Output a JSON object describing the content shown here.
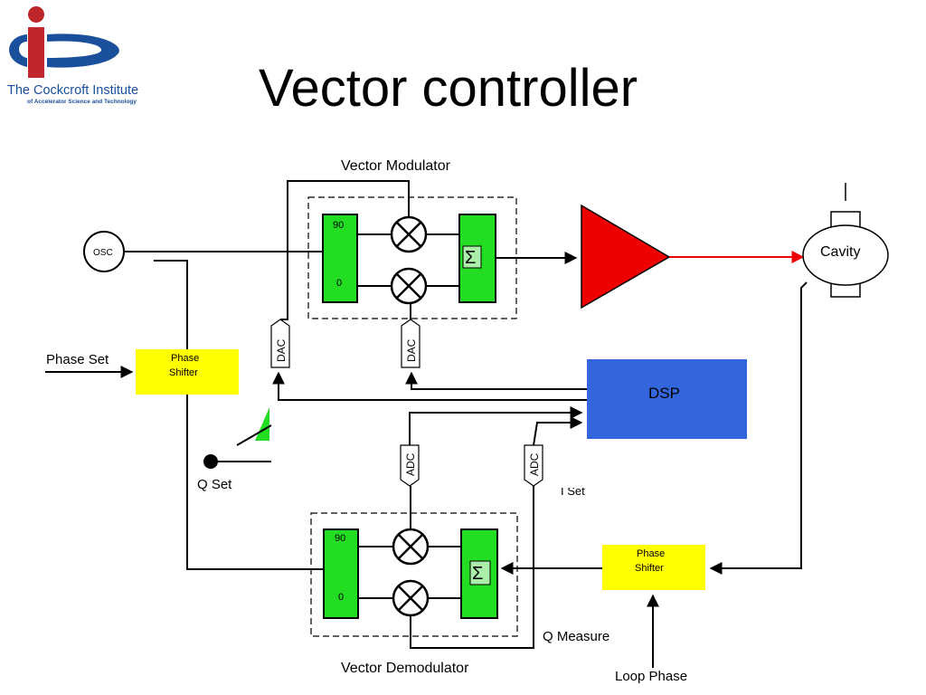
{
  "title": "Vector controller",
  "logo": {
    "name": "The Cockcroft Institute",
    "subtitle": "of Accelerator Science and Technology",
    "colors": {
      "blue": "#1a4f9c",
      "red": "#c0272d"
    }
  },
  "diagram": {
    "vector_modulator_label": "Vector Modulator",
    "vector_demodulator_label": "Vector Demodulator",
    "osc_label": "OSC",
    "cavity_label": "Cavity",
    "dsp_label": "DSP",
    "phase_shifter_label_1": "Phase",
    "phase_shifter_label_2": "Shifter",
    "phase_set_label": "Phase Set",
    "q_set_label": "Q Set",
    "q_measure_label": "Q Measure",
    "loop_phase_label": "Loop Phase",
    "dac_label": "DAC",
    "adc_label": "ADC",
    "hybrid_90_label": "90",
    "hybrid_0_label": "0",
    "sum_symbol": "Σ",
    "partial_text": "I Set",
    "colors": {
      "green": "#22dd22",
      "yellow": "#ffff00",
      "dsp_blue": "#3366dd",
      "amp_red": "#ee0000",
      "rf_line": "#ee0000"
    }
  }
}
